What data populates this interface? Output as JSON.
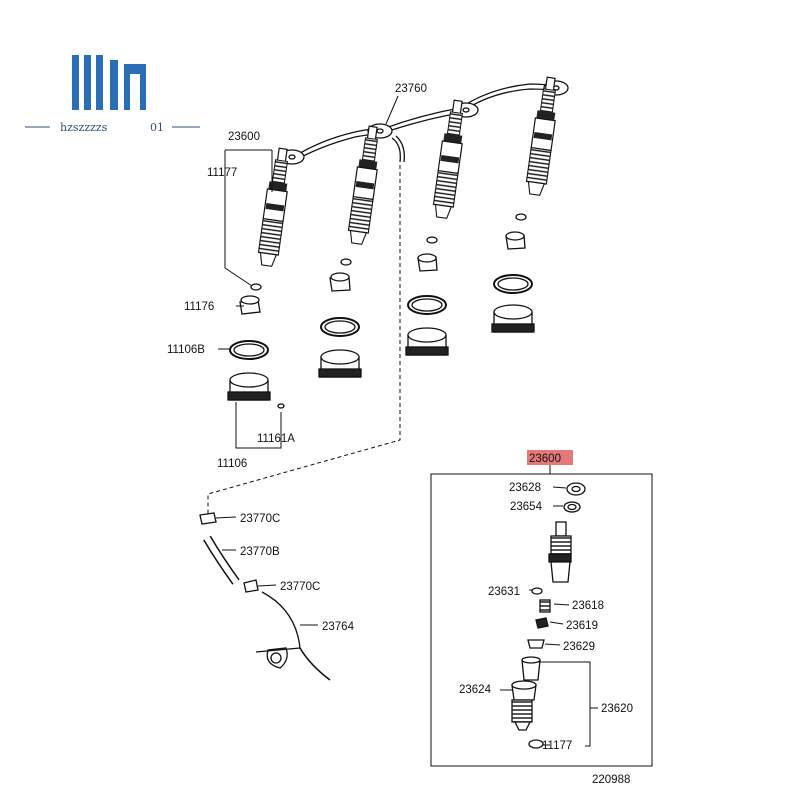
{
  "watermark": {
    "text_left": "hzszzzzs",
    "text_right": "01",
    "bar_color": "#2a6fb5"
  },
  "labels": {
    "l23760": "23760",
    "l23600_top": "23600",
    "l11177_top": "11177",
    "l11176": "11176",
    "l11106B": "11106B",
    "l11161A": "11161A",
    "l11106": "11106",
    "l23770C_a": "23770C",
    "l23770B": "23770B",
    "l23770C_b": "23770C",
    "l23764": "23764",
    "l23600_box": "23600",
    "l23628": "23628",
    "l23654": "23654",
    "l23631": "23631",
    "l23618": "23618",
    "l23619": "23619",
    "l23629": "23629",
    "l23624": "23624",
    "l23620": "23620",
    "l11177_box": "11177",
    "diagram_no": "220988"
  },
  "colors": {
    "line": "#111111",
    "highlight": "#e06060"
  }
}
